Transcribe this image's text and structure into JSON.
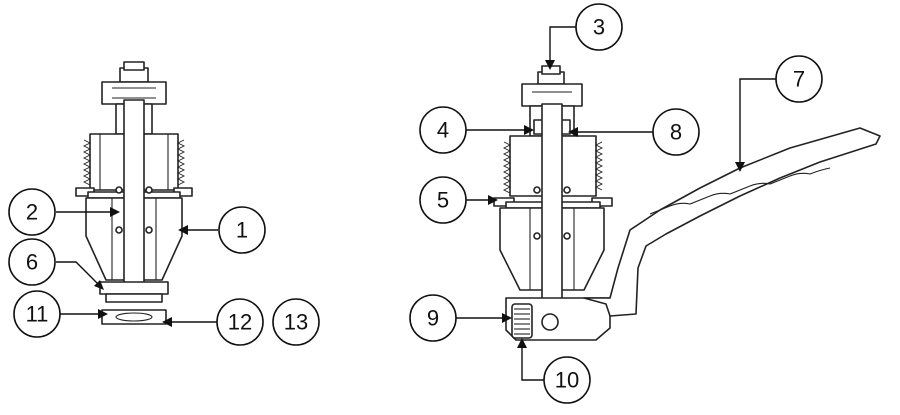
{
  "callouts": [
    {
      "id": "1",
      "label": "1"
    },
    {
      "id": "2",
      "label": "2"
    },
    {
      "id": "3",
      "label": "3"
    },
    {
      "id": "4",
      "label": "4"
    },
    {
      "id": "5",
      "label": "5"
    },
    {
      "id": "6",
      "label": "6"
    },
    {
      "id": "7",
      "label": "7"
    },
    {
      "id": "8",
      "label": "8"
    },
    {
      "id": "9",
      "label": "9"
    },
    {
      "id": "10",
      "label": "10"
    },
    {
      "id": "11",
      "label": "11"
    },
    {
      "id": "12",
      "label": "12"
    },
    {
      "id": "13",
      "label": "13"
    }
  ],
  "colors": {
    "line": "#222222",
    "background": "#ffffff"
  }
}
